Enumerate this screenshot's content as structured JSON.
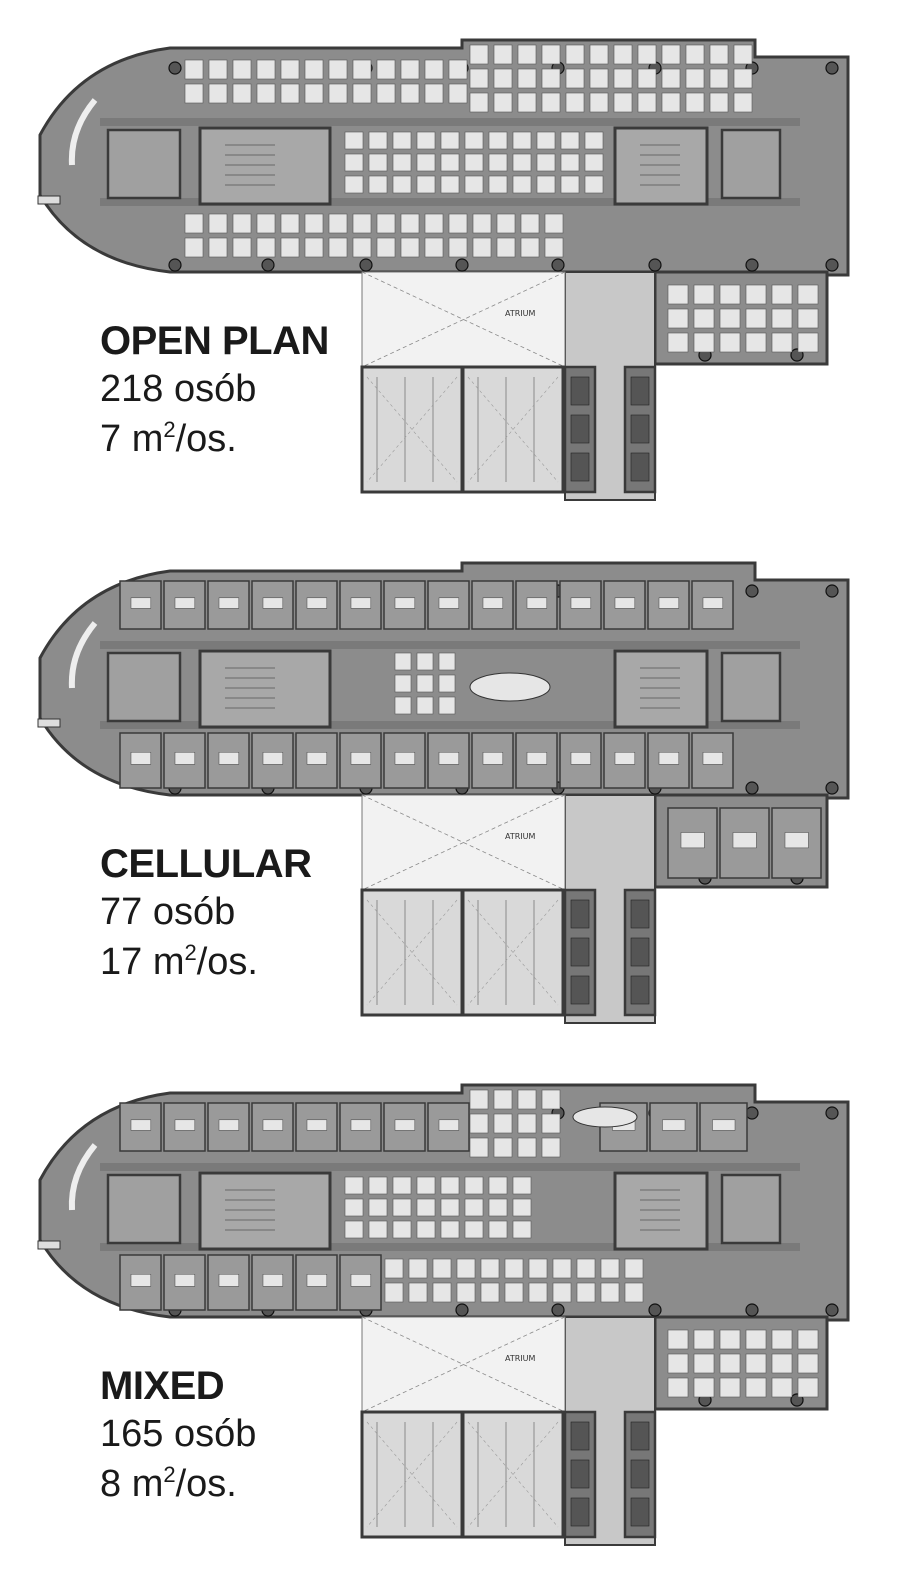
{
  "plans": [
    {
      "name": "OPEN PLAN",
      "people": "218 osób",
      "area_value": "7 m",
      "area_exp": "2",
      "area_unit": "/os.",
      "layout": "open"
    },
    {
      "name": "CELLULAR",
      "people": "77 osób",
      "area_value": "17 m",
      "area_exp": "2",
      "area_unit": "/os.",
      "layout": "cellular"
    },
    {
      "name": "MIXED",
      "people": "165 osób",
      "area_value": "8 m",
      "area_exp": "2",
      "area_unit": "/os.",
      "layout": "mixed"
    }
  ],
  "atrium_label": "ATRIUM",
  "colors": {
    "floor": "#8c8c8c",
    "wall": "#3a3a3a",
    "desk": "#e6e6e6",
    "atrium": "#f2f2f2",
    "lobby": "#c8c8c8"
  }
}
